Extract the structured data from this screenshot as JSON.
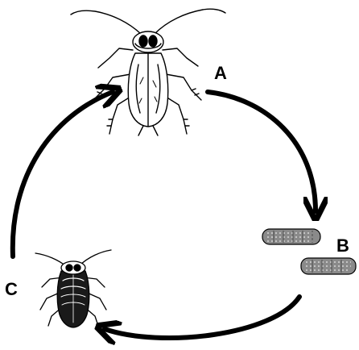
{
  "stages": {
    "adult": {
      "label": "A",
      "icon": "adult-cockroach-icon"
    },
    "egg_cases": {
      "label": "B",
      "icon": "egg-case-icon"
    },
    "nymph": {
      "label": "C",
      "icon": "nymph-cockroach-icon"
    }
  },
  "colors": {
    "ink": "#000000",
    "egg_fill": "#8a8a8a",
    "background": "#ffffff"
  }
}
